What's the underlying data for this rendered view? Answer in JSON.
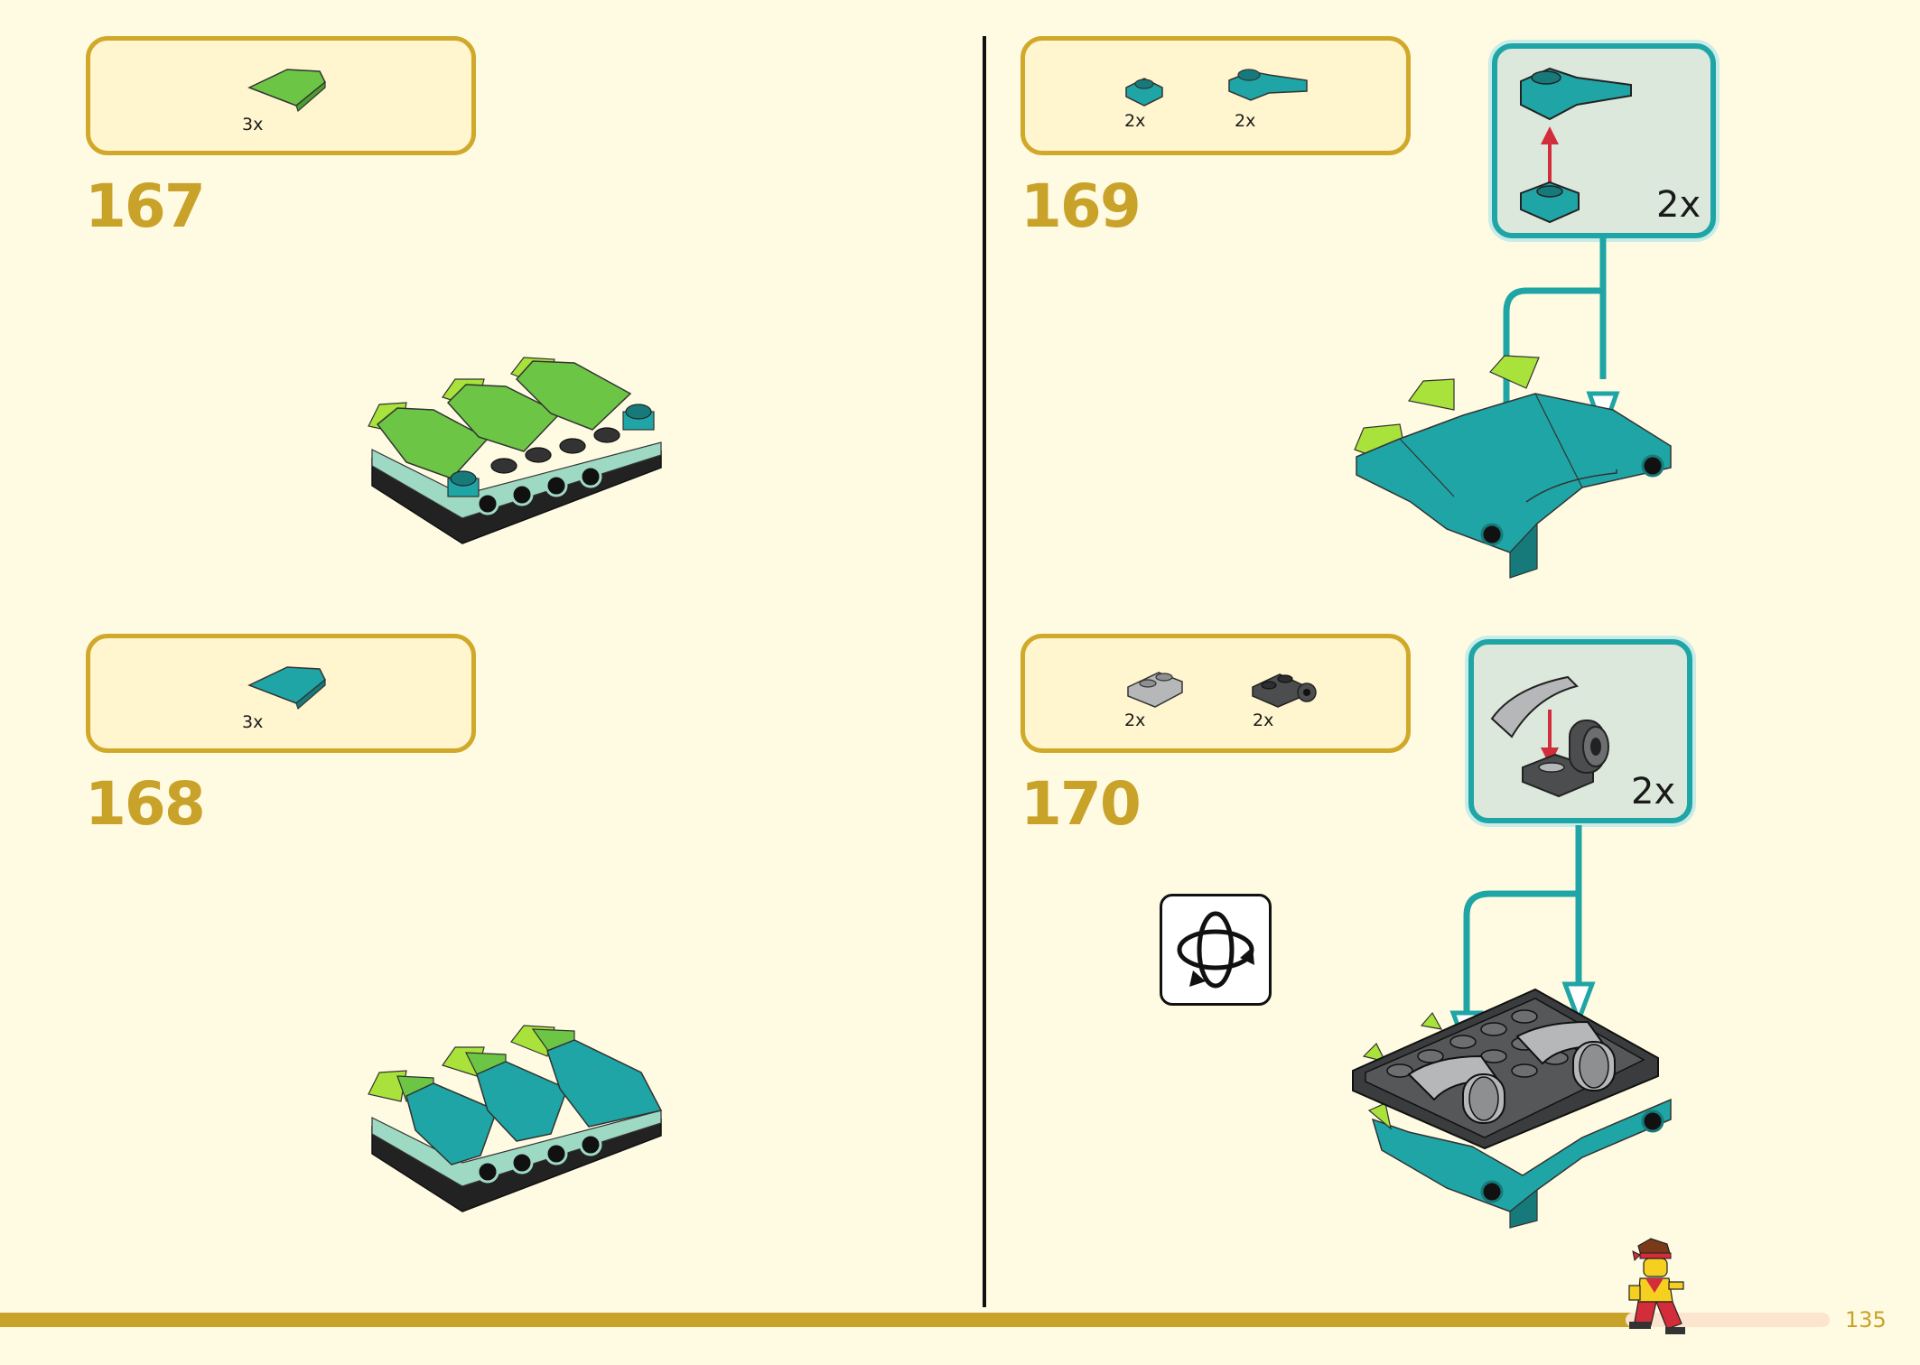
{
  "steps": [
    {
      "number": "167",
      "parts": [
        {
          "qty": "3x",
          "icon": "green-curved-slope-icon"
        }
      ]
    },
    {
      "number": "168",
      "parts": [
        {
          "qty": "3x",
          "icon": "teal-curved-slope-icon"
        }
      ]
    },
    {
      "number": "169",
      "parts": [
        {
          "qty": "2x",
          "icon": "teal-1x1-plate-icon"
        },
        {
          "qty": "2x",
          "icon": "teal-curved-slope-icon"
        }
      ],
      "subassembly_qty": "2x"
    },
    {
      "number": "170",
      "parts": [
        {
          "qty": "2x",
          "icon": "light-gray-inverted-bracket-icon"
        },
        {
          "qty": "2x",
          "icon": "dark-gray-clip-plate-icon"
        }
      ],
      "subassembly_qty": "2x"
    }
  ],
  "page": {
    "number": "135"
  },
  "colors": {
    "background": "#fffbe3",
    "accent_gold": "#c9a22a",
    "teal": "#1fa5a5",
    "lime_green": "#6cc544"
  }
}
